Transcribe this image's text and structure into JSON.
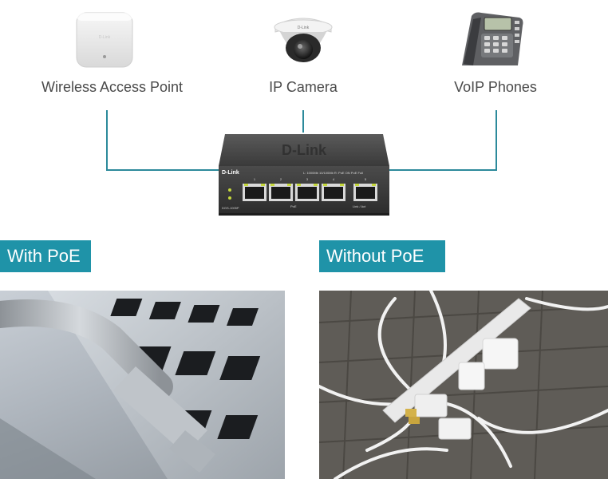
{
  "devices": {
    "wap": {
      "label": "Wireless Access Point",
      "icon": "wireless-access-point-icon"
    },
    "camera": {
      "label": "IP Camera",
      "icon": "ip-camera-icon"
    },
    "phone": {
      "label": "VoIP Phones",
      "icon": "voip-phone-icon"
    }
  },
  "switch": {
    "brand": "D-Link",
    "top_brand": "D-Link",
    "model": "DGS-1005P",
    "legend": "L: 1000Mb  10/100Mb  R: PoE ON  PoE Full",
    "poe_label": "PoE",
    "linkact_label": "Link / Act",
    "power_label": "",
    "port_numbers": [
      "1",
      "2",
      "3",
      "4",
      "5"
    ]
  },
  "sections": {
    "with": {
      "label": "With PoE"
    },
    "without": {
      "label": "Without PoE"
    }
  },
  "colors": {
    "accent": "#1f93a8",
    "wire": "#2c8a9b",
    "switch_body": "#3c3c3c"
  }
}
